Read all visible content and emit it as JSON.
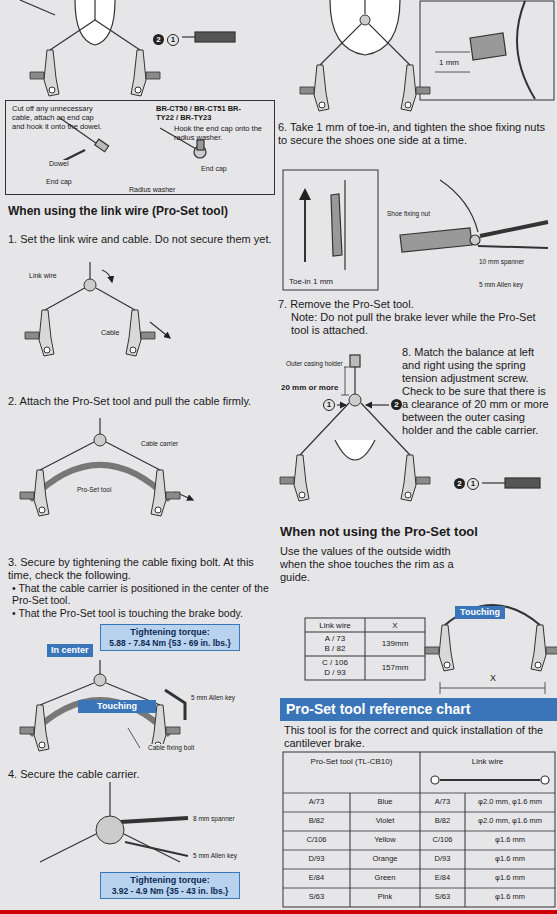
{
  "diagram": {
    "title": "When using the link wire (Pro-Set tool)",
    "nodes": [
      {
        "text": [
          "Cut off any unnecessary cable, attach an end cap and hook it onto the dowel.",
          "BR-CT50 / BR-CT51 BR-TY22 / BR-TY23",
          "Hook the end cap onto the radius washer."
        ]
      },
      {
        "text": [
          "Tightening torque:",
          "5.88 - 7.84 Nm {53 - 69 in. lbs.}"
        ]
      },
      {
        "text": [
          "In center"
        ]
      },
      {
        "text": [
          "Touching"
        ]
      },
      {
        "text": [
          "Tightening torque:",
          "3.92 - 4.9 Nm {35 - 43 in. lbs.}"
        ]
      },
      {
        "text": [
          "Touching"
        ]
      },
      {
        "text": [
          "Pro-Set tool reference chart"
        ]
      }
    ],
    "labels": [
      "2",
      "1",
      "Dowel",
      "End cap",
      "Radius washer",
      "End cap",
      "1 mm",
      "6. Take 1 mm of toe-in, and tighten the shoe fixing nuts to secure the shoes one side at a time.",
      "1. Set the link wire and cable. Do not secure them yet.",
      "Link wire",
      "Cable",
      "Toe-in 1 mm",
      "Shoe fixing nut",
      "10 mm spanner",
      "5 mm Allen key",
      "7. Remove the Pro-Set tool.",
      "Note: Do not pull the brake lever while the Pro-Set tool is attached.",
      "Outer casing holder",
      "20 mm or more",
      "1",
      "2",
      "8. Match the balance at left and right using the spring tension adjustment screw. Check to be sure that there is a clearance of 20 mm or more between the outer casing holder and the cable carrier.",
      "2",
      "1",
      "2. Attach the Pro-Set tool and pull the cable firmly.",
      "Cable carrier",
      "Pro-Set tool",
      "3. Secure by tightening the cable fixing bolt. At this time, check the following.",
      "• That the cable carrier is positioned in the center of the Pro-Set tool.",
      "• That the Pro-Set tool is touching the brake body.",
      "When not using the Pro-Set tool",
      "Use the values of the outside width when the shoe touches the rim as a guide.",
      "5 mm Allen key",
      "Cable fixing bolt",
      "Link wire",
      "X",
      "A / 73",
      "B / 82",
      "139mm",
      "C / 106",
      "D / 93",
      "157mm",
      "X",
      "4. Secure the cable carrier.",
      "8 mm spanner",
      "5 mm Allen key",
      "This tool is for the correct and quick installation of the cantilever brake.",
      "Pro-Set tool (TL-CB10)",
      "Link wire",
      "A/73",
      "Blue",
      "A/73",
      "φ2.0 mm, φ1.6 mm",
      "B/82",
      "Violet",
      "B/82",
      "φ2.0 mm, φ1.6 mm",
      "C/106",
      "Yellow",
      "C/106",
      "φ1.6 mm",
      "D/93",
      "Orange",
      "D/93",
      "φ1.6 mm",
      "E/84",
      "Green",
      "E/84",
      "φ1.6 mm",
      "S/63",
      "Pink",
      "S/63",
      "φ1.6 mm"
    ]
  }
}
